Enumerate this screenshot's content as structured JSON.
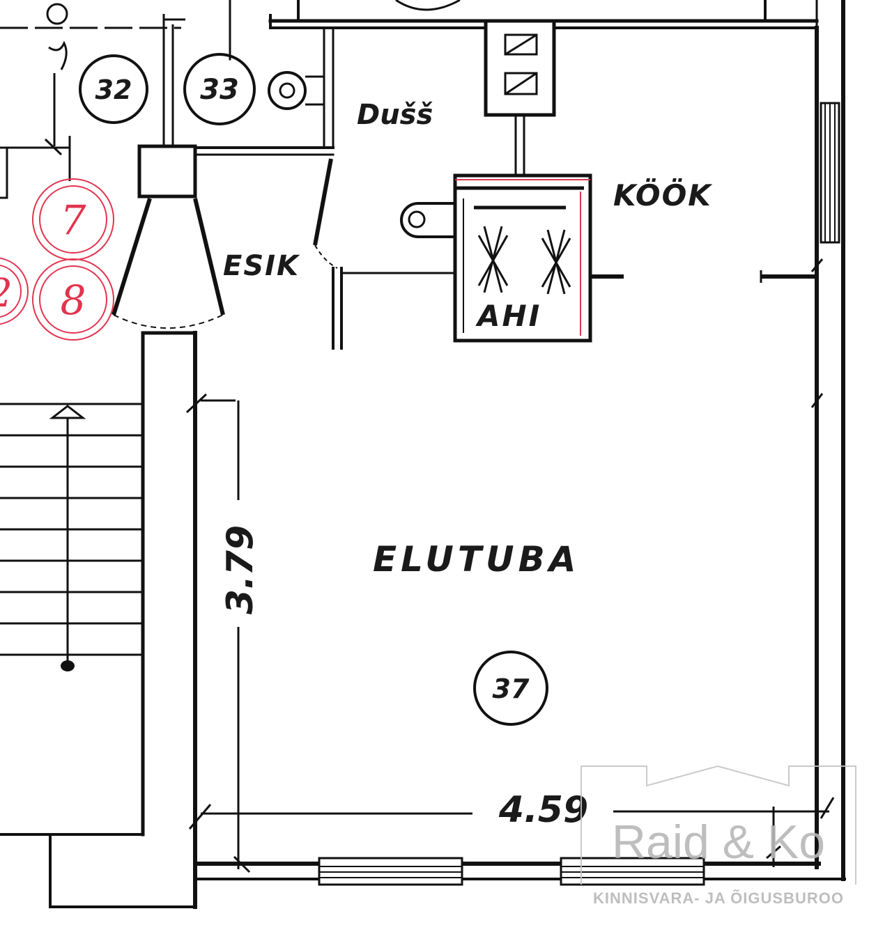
{
  "rooms": {
    "shower": "Dušš",
    "kitchen": "KÖÖK",
    "hall": "ESIK",
    "living": "ELUTUBA",
    "stove": "AHI"
  },
  "room_numbers": {
    "n32": "32",
    "n33": "33",
    "n37": "37",
    "n7": "7",
    "n8": "8",
    "partial": "2"
  },
  "dimensions": {
    "height": "3.79",
    "width": "4.59"
  },
  "watermark": {
    "brand": "Raid & Ko",
    "tagline": "KINNISVARA- JA ÕIGUSBUROO"
  },
  "colors": {
    "line": "#111111",
    "red_marker": "#e2344f",
    "watermark": "#b8b8b8"
  }
}
